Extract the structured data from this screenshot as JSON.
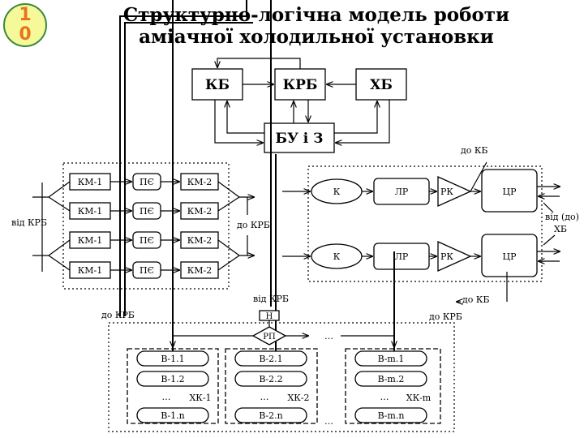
{
  "slide": {
    "number_line1": "1",
    "number_line2": "0",
    "title_line1": "Структурно-логічна модель роботи",
    "title_line2": "аміачної холодильної установки"
  },
  "blocks": {
    "kb": "КБ",
    "krb": "КРБ",
    "hb": "ХБ",
    "bu": "БУ і З"
  },
  "compressor_group": {
    "km1": [
      "КМ-1",
      "КМ-1",
      "КМ-1",
      "КМ-1"
    ],
    "pe": [
      "ПЄ",
      "ПЄ",
      "ПЄ",
      "ПЄ"
    ],
    "km2": [
      "КМ-2",
      "КМ-2",
      "КМ-2",
      "КМ-2"
    ],
    "from_label": "від КРБ",
    "to_label": "до КРБ"
  },
  "condenser_group": {
    "k": [
      "К",
      "К"
    ],
    "lr": [
      "ЛР",
      "ЛР"
    ],
    "rk": [
      "РК",
      "РК"
    ],
    "cr": [
      "ЦР",
      "ЦР"
    ],
    "to_kb_top": "до КБ",
    "to_kb_bottom": "до КБ",
    "from_to_hb_line1": "від (до)",
    "from_to_hb_line2": "ХБ"
  },
  "consumers": {
    "from_krb": "від КРБ",
    "to_krb_left": "до КРБ",
    "to_krb_right": "до КРБ",
    "n_label": "Н",
    "rp_label": "РП",
    "ellipsis": "…",
    "groups": [
      {
        "items": [
          "В-1.1",
          "В-1.2",
          "В-1.n"
        ],
        "name": "ХК-1"
      },
      {
        "items": [
          "В-2.1",
          "В-2.2",
          "В-2.n"
        ],
        "name": "ХК-2"
      },
      {
        "items": [
          "В-m.1",
          "В-m.2",
          "В-m.n"
        ],
        "name": "ХК-m"
      }
    ]
  }
}
